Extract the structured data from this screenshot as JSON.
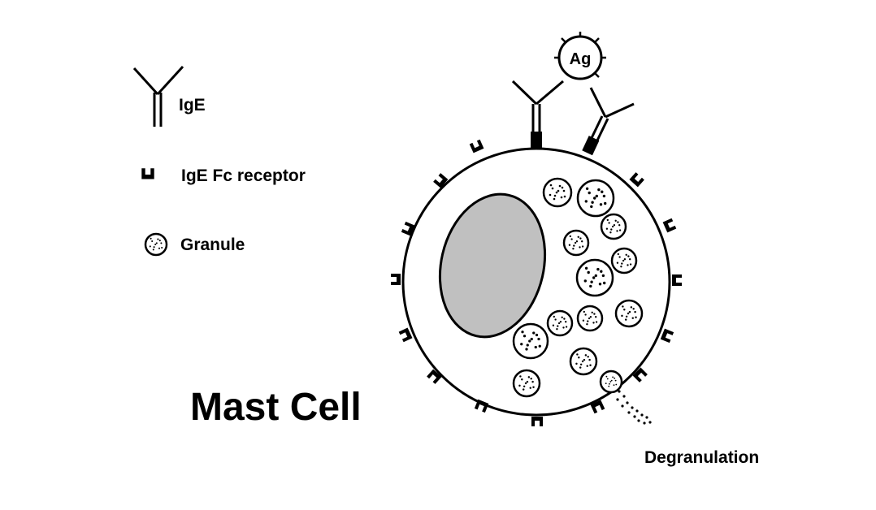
{
  "title": "Mast Cell",
  "legend": {
    "ige": "IgE",
    "receptor": "IgE Fc receptor",
    "granule": "Granule"
  },
  "antigen": "Ag",
  "degranulation": "Degranulation"
}
